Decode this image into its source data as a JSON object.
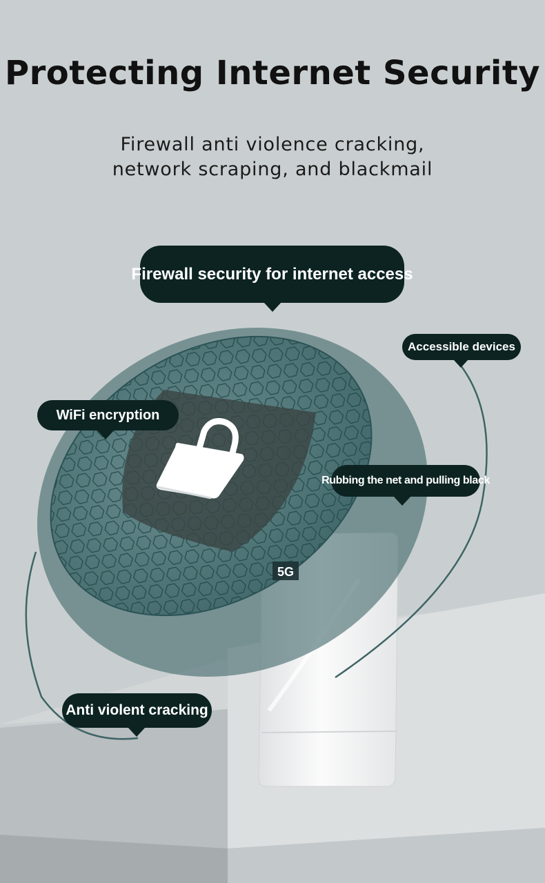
{
  "header": {
    "title": "Protecting Internet Security",
    "subtitle_line1": "Firewall anti violence cracking,",
    "subtitle_line2": "network scraping, and blackmail"
  },
  "callouts": {
    "main": "Firewall security for internet access",
    "accessible": "Accessible devices",
    "wifi": "WiFi encryption",
    "rubbing": "Rubbing the net and pulling black",
    "anti": "Anti violent cracking"
  },
  "device": {
    "badge": "5G"
  },
  "colors": {
    "background": "#c9cfd0",
    "callout_bg": "#0c2322",
    "disc": "#3f6668",
    "hex_line": "#1e4649"
  },
  "icons": [
    "shield-icon",
    "lock-icon",
    "hexagon-pattern"
  ]
}
